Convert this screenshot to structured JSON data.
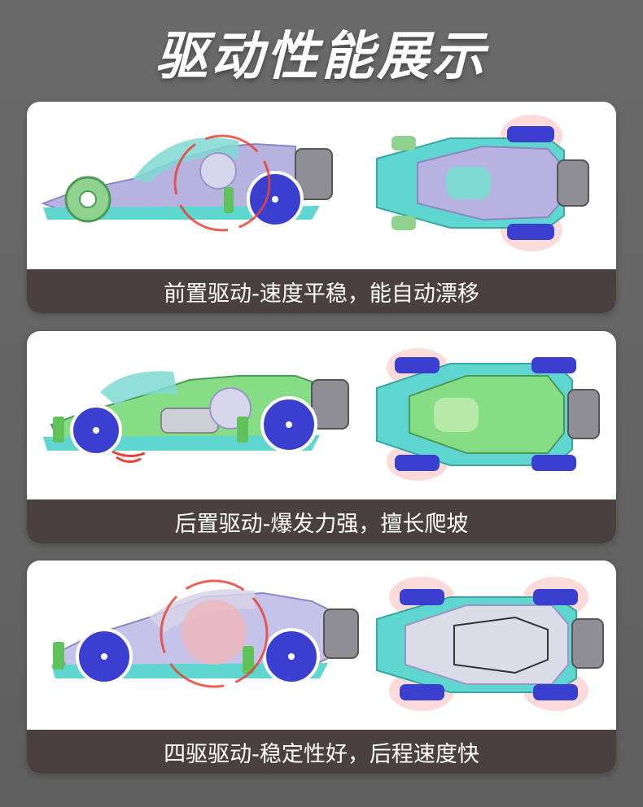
{
  "page": {
    "title": "驱动性能展示"
  },
  "cards": [
    {
      "caption": "前置驱动-速度平稳，能自动漂移"
    },
    {
      "caption": "后置驱动-爆发力强，擅长爬坡"
    },
    {
      "caption": "四驱驱动-稳定性好，后程速度快"
    }
  ],
  "colors": {
    "background": "#666666",
    "caption_bar": "#4a403f",
    "accent_red": "#e8433a",
    "wheel_blue": "#3b3fcf",
    "body_cyan": "#5fd6d0",
    "body_lavender": "#b7b2e0",
    "body_green": "#58c64a"
  }
}
